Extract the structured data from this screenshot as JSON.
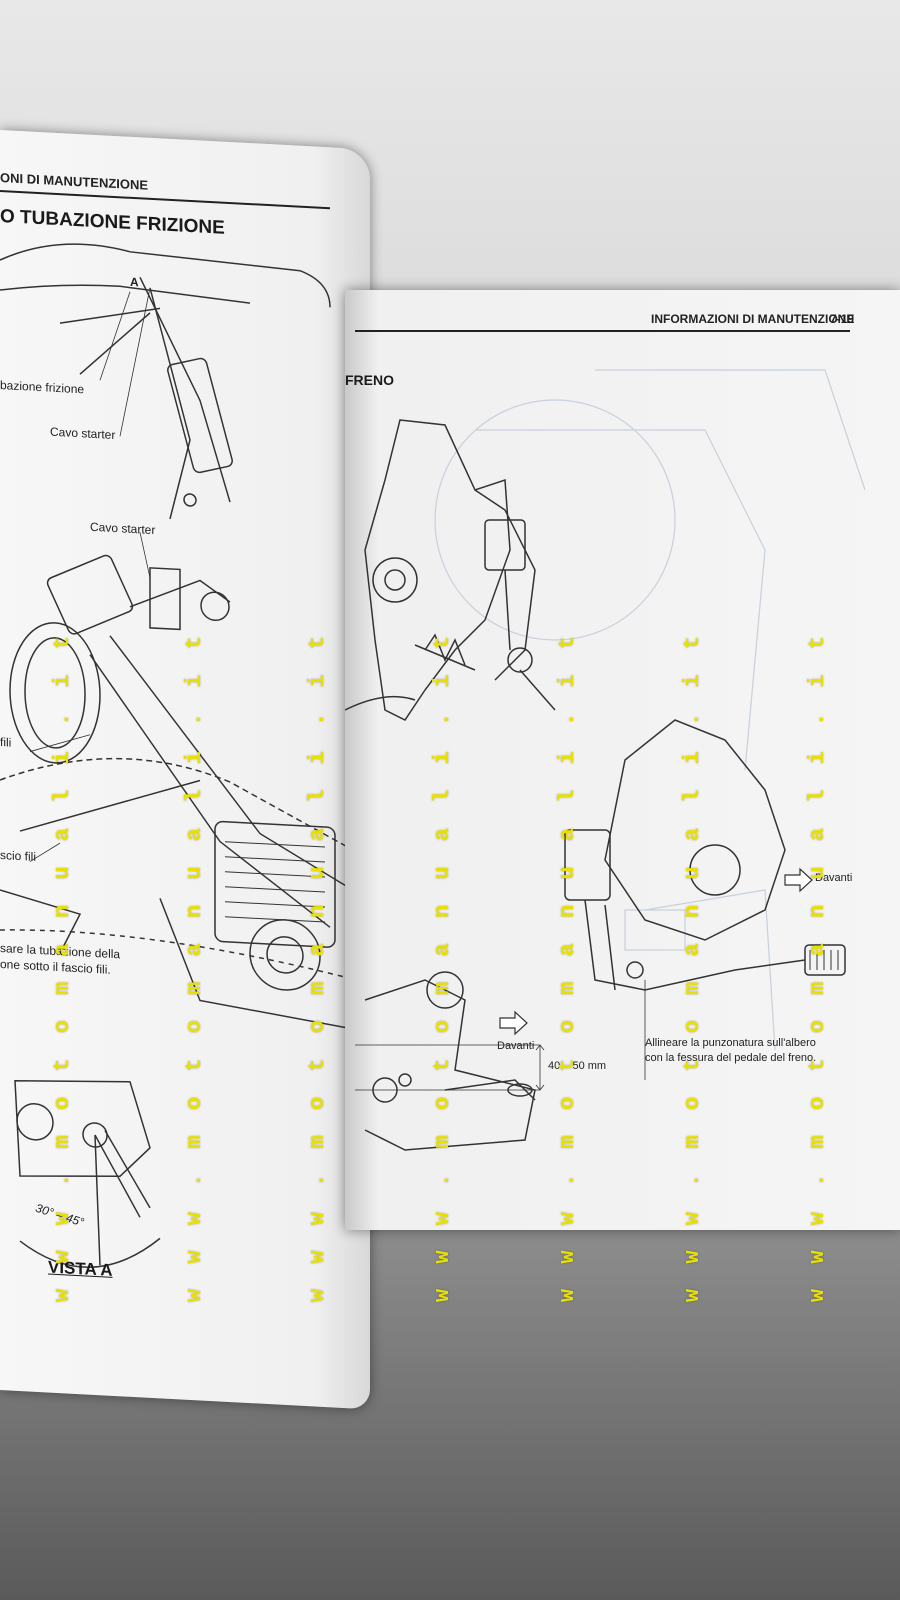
{
  "left_page": {
    "header": "ONI DI MANUTENZIONE",
    "section_title": "O TUBAZIONE FRIZIONE",
    "labels": {
      "a_marker": "A",
      "tubazione_frizione": "bazione frizione",
      "cavo_starter_1": "Cavo starter",
      "cavo_starter_2": "Cavo starter",
      "fili": "fili",
      "fascio_fili": "scio fili",
      "note_line1": "sare la tubazione della",
      "note_line2": "one sotto il fascio fili.",
      "angle": "30° – 45°",
      "vista": "VISTA A"
    }
  },
  "right_page": {
    "header": "INFORMAZIONI DI MANUTENZIONE",
    "page_number": "7-19",
    "section_title": "FRENO",
    "labels": {
      "davanti_1": "Davanti",
      "davanti_2": "Davanti",
      "measurement": "40 – 50 mm",
      "note_line1": "Allineare la punzonatura sull'albero",
      "note_line2": "con la fessura del pedale del freno."
    }
  },
  "watermark": {
    "text": "w w w . m o t o m a n u a l i . i t",
    "color": "#e8e000"
  }
}
